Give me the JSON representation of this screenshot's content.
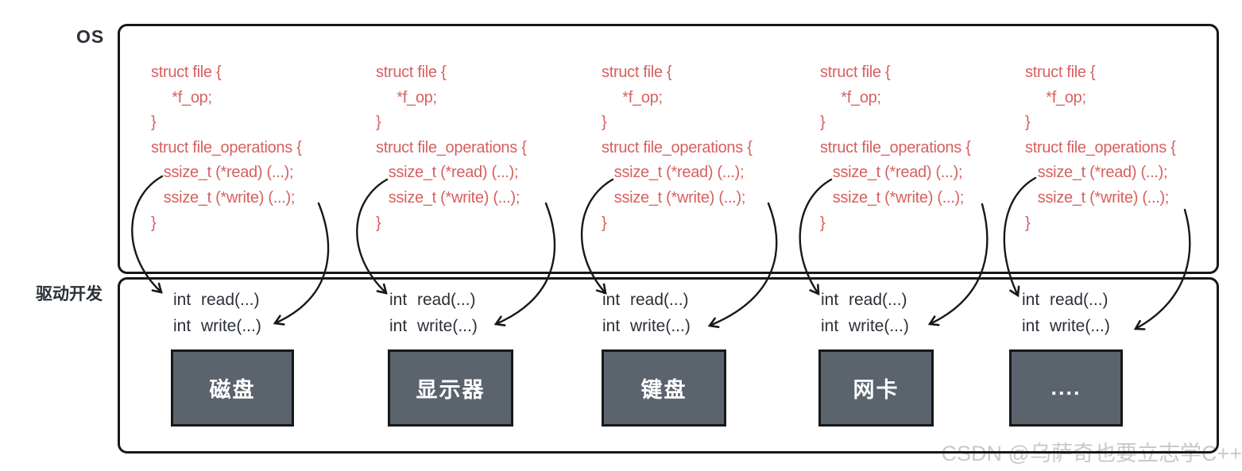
{
  "layers": {
    "os": {
      "label": "OS"
    },
    "driver": {
      "label": "驱动开发"
    }
  },
  "code_block": {
    "lines": [
      "struct file {",
      "     *f_op;",
      "}",
      "struct file_operations {",
      "   ssize_t (*read) (...);",
      "   ssize_t (*write) (...);",
      "}"
    ]
  },
  "driver_functions": {
    "lines": [
      "int read(...)",
      "int write(...)"
    ]
  },
  "devices": [
    {
      "label": "磁盘"
    },
    {
      "label": "显示器"
    },
    {
      "label": "键盘"
    },
    {
      "label": "网卡"
    },
    {
      "label": "...."
    }
  ],
  "watermark": {
    "text": "CSDN @乌萨奇也要立志学C++"
  },
  "colors": {
    "code_red": "#d85f5f",
    "text_dark": "#2b3038",
    "line_black": "#17181a",
    "device_box_fill": "#5b636d",
    "watermark_gray": "#c9c9c9"
  }
}
